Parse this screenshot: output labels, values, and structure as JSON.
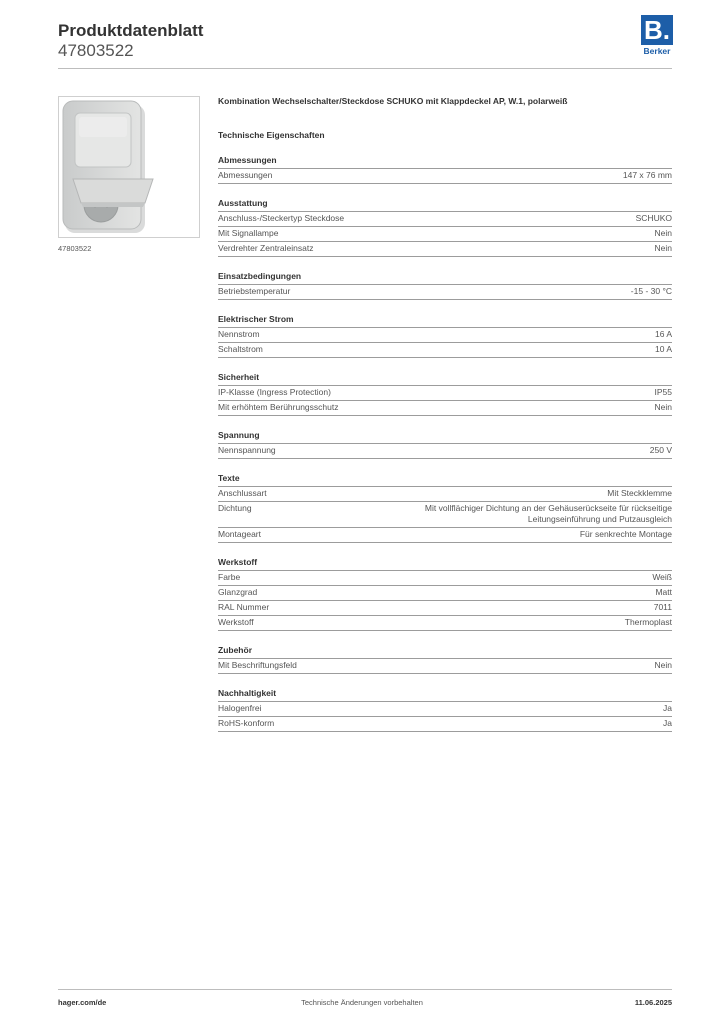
{
  "header": {
    "title": "Produktdatenblatt",
    "number": "47803522",
    "logo_letter": "B.",
    "logo_word": "Berker",
    "brand_color": "#1d5ea8"
  },
  "image": {
    "caption": "47803522"
  },
  "product": {
    "title": "Kombination Wechselschalter/Steckdose SCHUKO mit Klappdeckel AP, W.1, polarweiß",
    "subtitle": "Technische Eigenschaften"
  },
  "sections": [
    {
      "title": "Abmessungen",
      "rows": [
        {
          "label": "Abmessungen",
          "value": "147 x 76 mm"
        }
      ]
    },
    {
      "title": "Ausstattung",
      "rows": [
        {
          "label": "Anschluss-/Steckertyp Steckdose",
          "value": "SCHUKO"
        },
        {
          "label": "Mit Signallampe",
          "value": "Nein"
        },
        {
          "label": "Verdrehter Zentraleinsatz",
          "value": "Nein"
        }
      ]
    },
    {
      "title": "Einsatzbedingungen",
      "rows": [
        {
          "label": "Betriebstemperatur",
          "value": "-15 - 30 °C"
        }
      ]
    },
    {
      "title": "Elektrischer Strom",
      "rows": [
        {
          "label": "Nennstrom",
          "value": "16 A"
        },
        {
          "label": "Schaltstrom",
          "value": "10 A"
        }
      ]
    },
    {
      "title": "Sicherheit",
      "rows": [
        {
          "label": "IP-Klasse (Ingress Protection)",
          "value": "IP55"
        },
        {
          "label": "Mit erhöhtem Berührungsschutz",
          "value": "Nein"
        }
      ]
    },
    {
      "title": "Spannung",
      "rows": [
        {
          "label": "Nennspannung",
          "value": "250 V"
        }
      ]
    },
    {
      "title": "Texte",
      "rows": [
        {
          "label": "Anschlussart",
          "value": "Mit Steckklemme"
        },
        {
          "label": "Dichtung",
          "value": "Mit vollflächiger Dichtung an der Gehäuserückseite für rückseitige Leitungseinführung und Putzausgleich"
        },
        {
          "label": "Montageart",
          "value": "Für senkrechte Montage"
        }
      ]
    },
    {
      "title": "Werkstoff",
      "rows": [
        {
          "label": "Farbe",
          "value": "Weiß"
        },
        {
          "label": "Glanzgrad",
          "value": "Matt"
        },
        {
          "label": "RAL Nummer",
          "value": "7011"
        },
        {
          "label": "Werkstoff",
          "value": "Thermoplast"
        }
      ]
    },
    {
      "title": "Zubehör",
      "rows": [
        {
          "label": "Mit Beschriftungsfeld",
          "value": "Nein"
        }
      ]
    },
    {
      "title": "Nachhaltigkeit",
      "rows": [
        {
          "label": "Halogenfrei",
          "value": "Ja"
        },
        {
          "label": "RoHS-konform",
          "value": "Ja"
        }
      ]
    }
  ],
  "footer": {
    "left": "hager.com/de",
    "center": "Technische Änderungen vorbehalten",
    "right": "11.06.2025"
  }
}
